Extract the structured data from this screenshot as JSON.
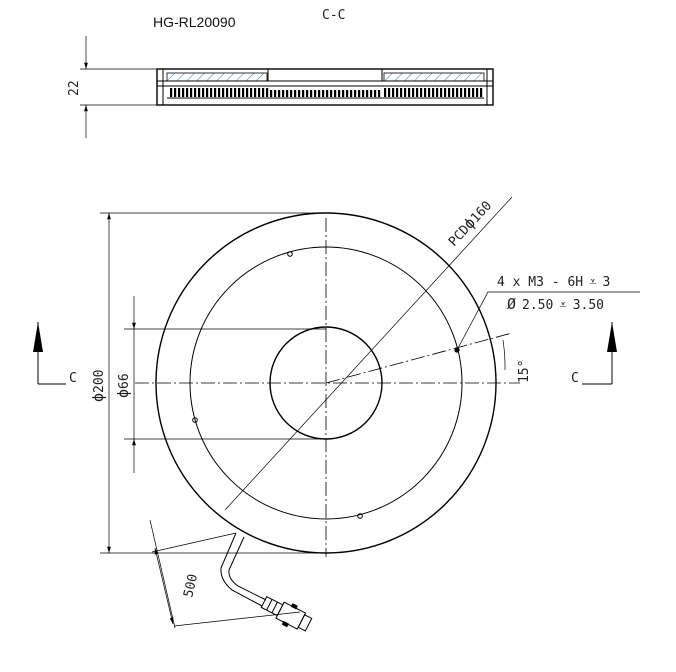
{
  "model": "HG-RL20090",
  "section_label": "C-C",
  "section_marker": "C",
  "dims": {
    "height": "22",
    "outer_dia": "200",
    "inner_dia": "66",
    "pcd": "PCD",
    "pcd_val": "160",
    "tap": "4 x  M3 - 6H",
    "tap_depth": "3",
    "hole_dia": "2.50",
    "hole_depth": "3.50",
    "angle": "15°",
    "cable_len": "500"
  },
  "symbols": {
    "diameter": "ϕ",
    "diameter_plain": "Ø",
    "depth": "⩡"
  }
}
